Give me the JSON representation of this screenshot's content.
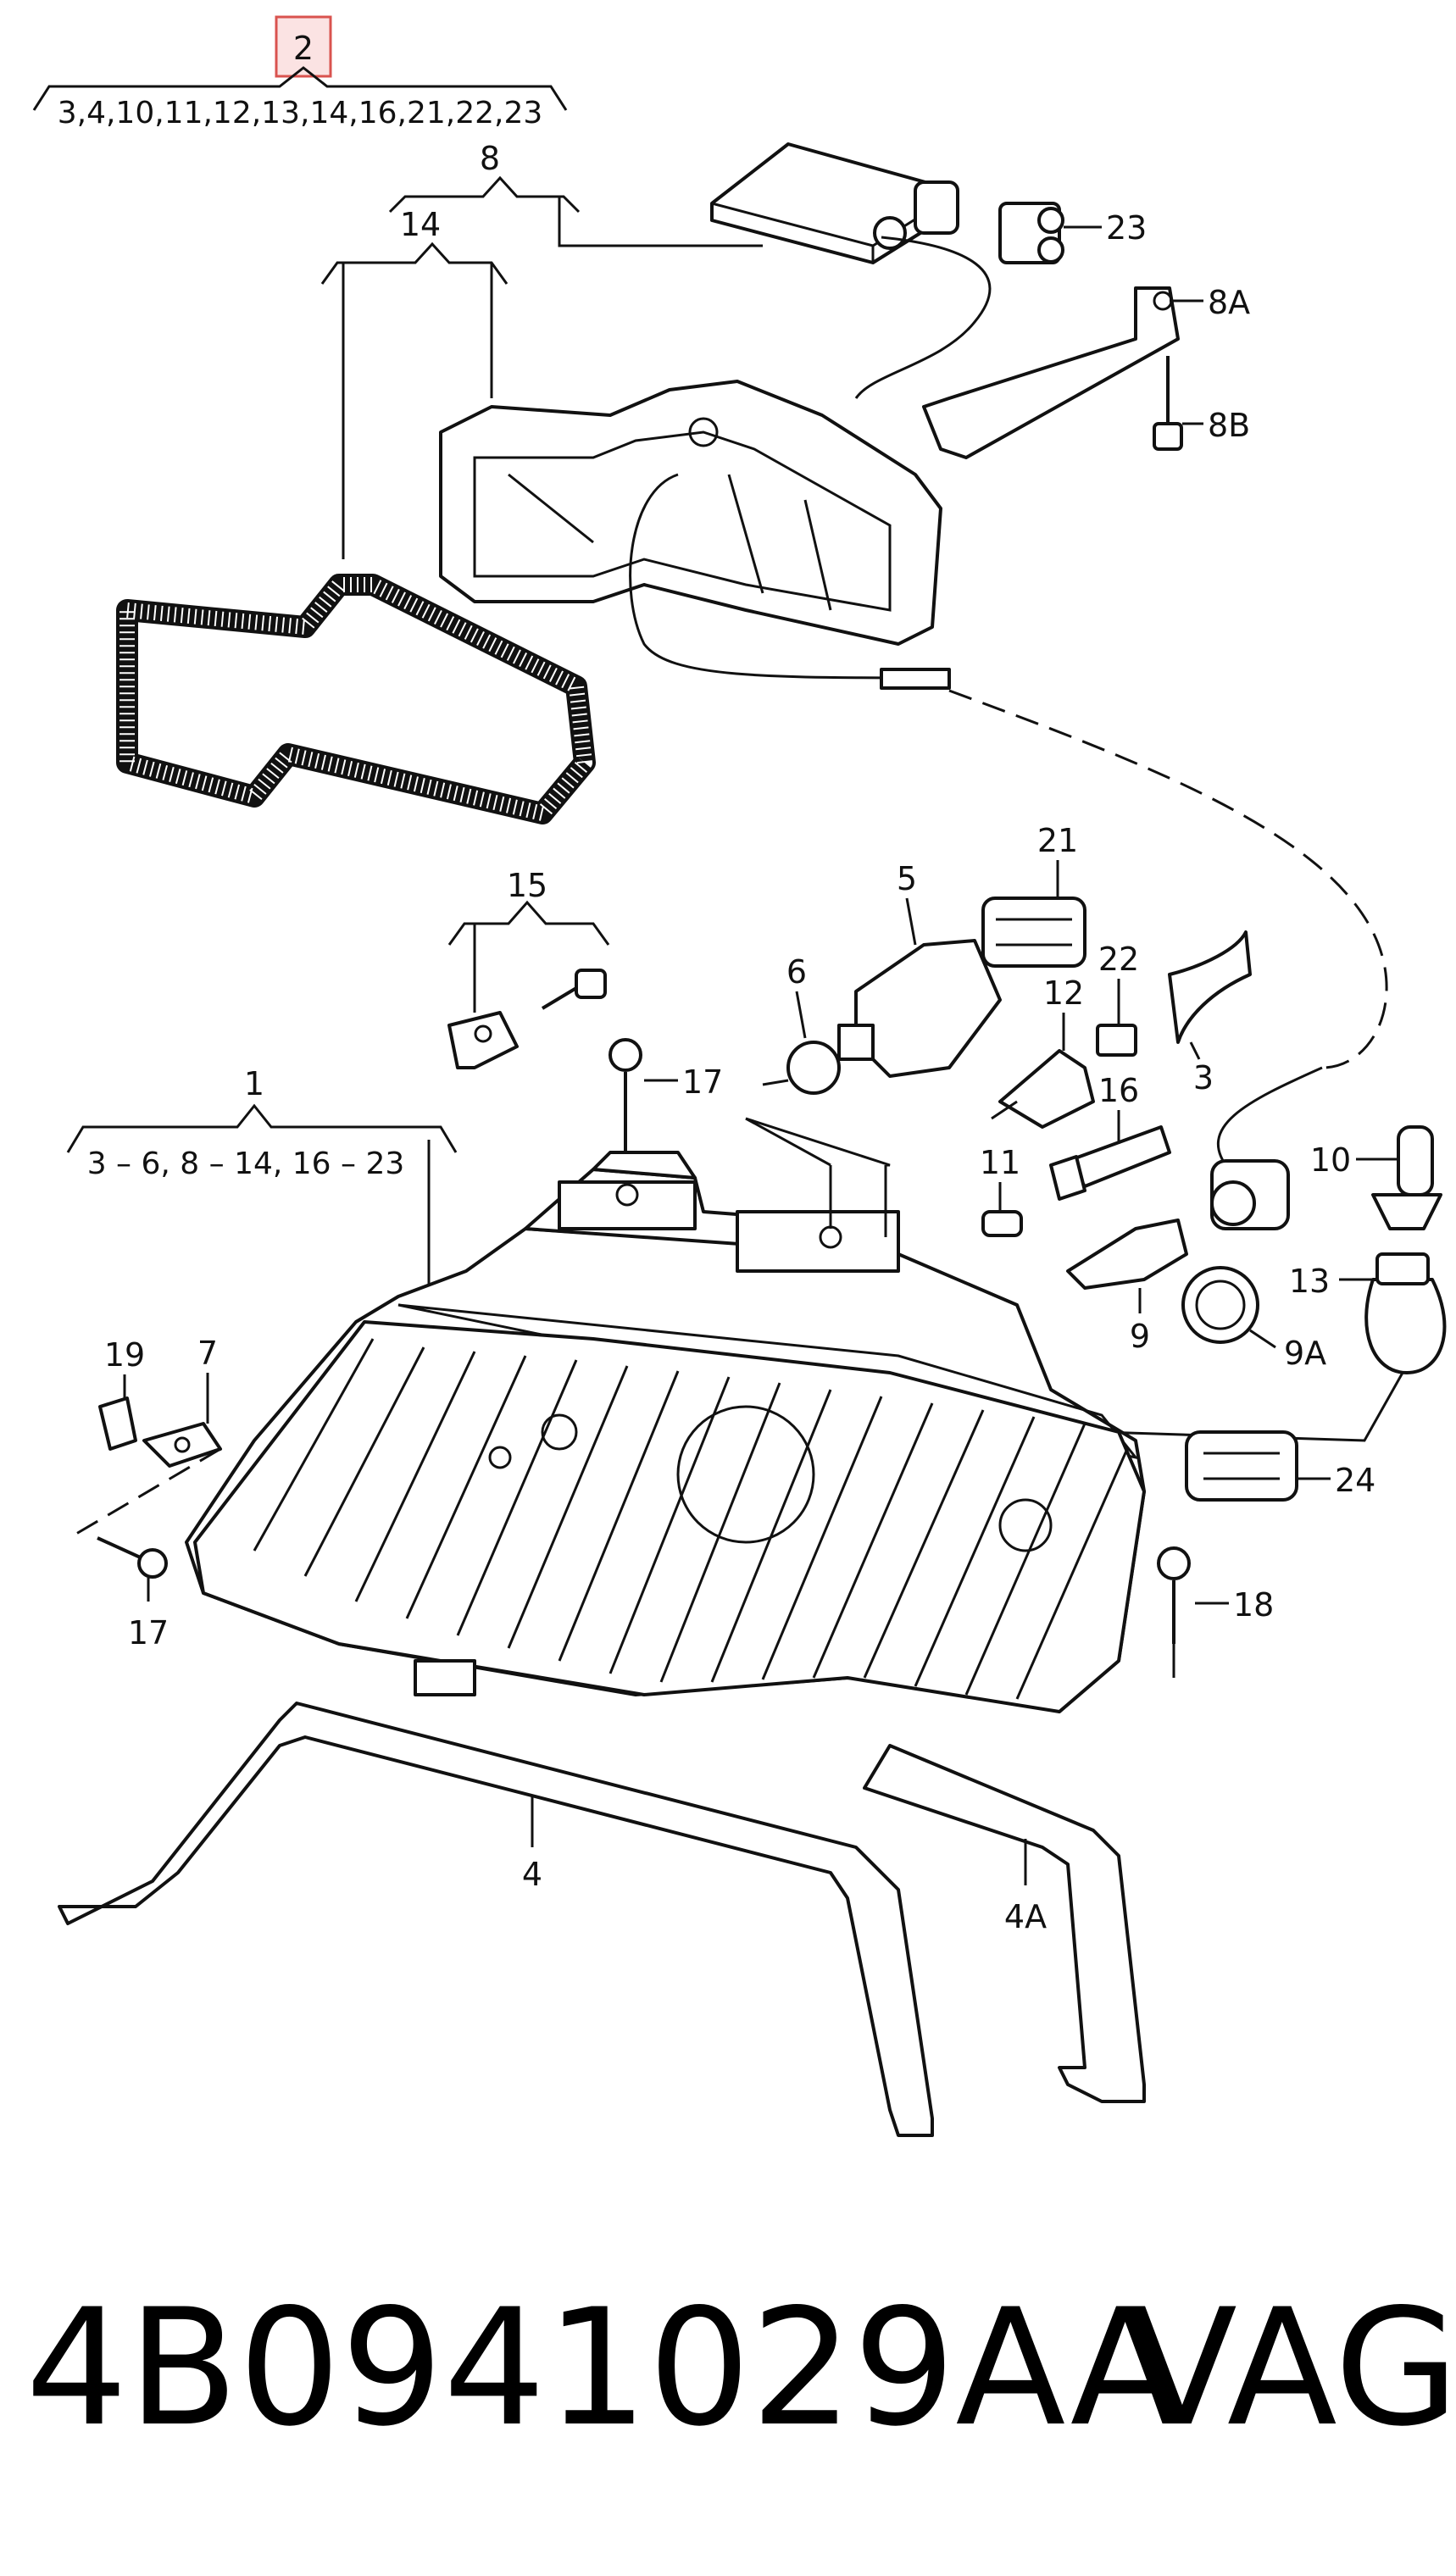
{
  "highlight_callout": {
    "label": "2",
    "color": "#d9534f"
  },
  "bracket_labels": {
    "top_list": "3,4,10,11,12,13,14,16,21,22,23",
    "assembly_1_label": "1",
    "assembly_1_list": "3 – 6, 8 – 14, 16 – 23",
    "group_8": "8",
    "group_14": "14",
    "group_15": "15"
  },
  "callouts": {
    "c23": "23",
    "c8A": "8A",
    "c8B": "8B",
    "c21": "21",
    "c5": "5",
    "c22": "22",
    "c6": "6",
    "c12": "12",
    "c3": "3",
    "c17a": "17",
    "c16": "16",
    "c11": "11",
    "c10": "10",
    "c13": "13",
    "c9": "9",
    "c9A": "9A",
    "c19": "19",
    "c7": "7",
    "c24": "24",
    "c17b": "17",
    "c18": "18",
    "c4": "4",
    "c4A": "4A"
  },
  "part_number": "4B0941029AA",
  "brand": "VAG"
}
